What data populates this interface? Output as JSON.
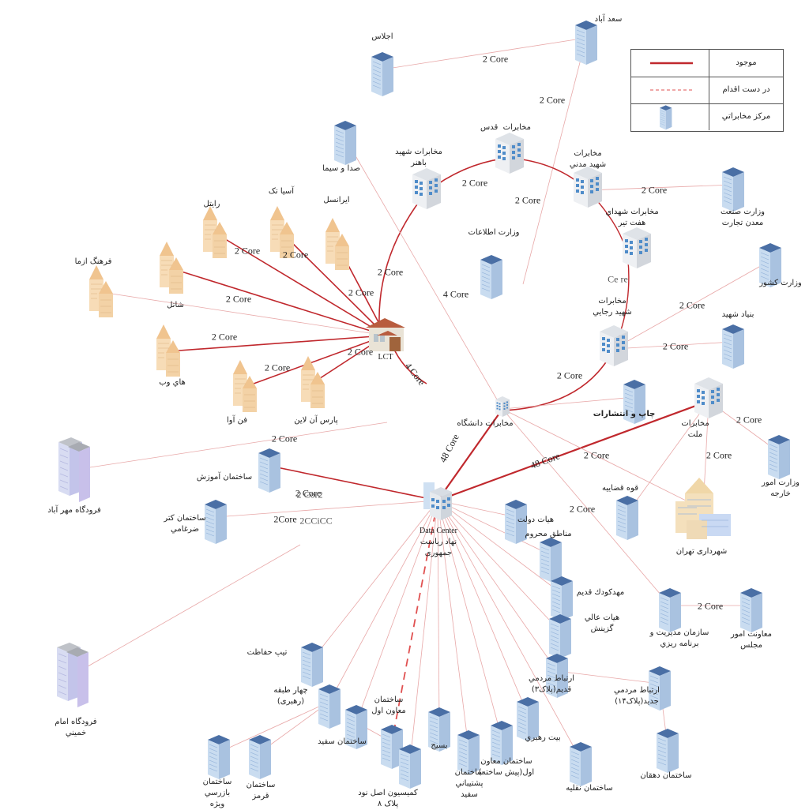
{
  "legend": {
    "items": [
      {
        "label": "موجود",
        "symbol": "solid-red-line",
        "color": "#c0282d"
      },
      {
        "label": "در دست اقدام",
        "symbol": "dashed-red-line",
        "color": "#e05050"
      },
      {
        "label": "مرکز مخابراتي",
        "symbol": "blue-building-icon"
      }
    ]
  },
  "colors": {
    "existing_link": "#c0282d",
    "thin_link": "#e8a8a8",
    "building_blue": "#4a6fa5",
    "building_face": "#cfe0f2",
    "building_beige": "#f2d2a8"
  },
  "nodes": [
    {
      "id": "ejlas",
      "label": "اجلاس",
      "type": "office"
    },
    {
      "id": "saadabad",
      "label": "سعد آباد",
      "type": "office"
    },
    {
      "id": "seda-sima",
      "label": "صدا و سيما",
      "type": "office"
    },
    {
      "id": "mokh-bahonar",
      "label": "مخابرات شهيد\nباهنر",
      "type": "exchange"
    },
    {
      "id": "mokh-ghods",
      "label": "مخابرات  قدس",
      "type": "exchange"
    },
    {
      "id": "mokh-madani",
      "label": "مخابرات\nشهيد مدني",
      "type": "exchange"
    },
    {
      "id": "mokh-haftetir",
      "label": "مخابرات شهداي\nهفت تير",
      "type": "exchange"
    },
    {
      "id": "vez-sanat",
      "label": "وزارت صنعت\nمعدن تجارت",
      "type": "office"
    },
    {
      "id": "vez-keshvar",
      "label": "وزارت كشور",
      "type": "office"
    },
    {
      "id": "vez-etelaat",
      "label": "وزارت اطلاعات",
      "type": "office"
    },
    {
      "id": "mokh-rajaei",
      "label": "مخابرات\nشهيد رجايي",
      "type": "exchange"
    },
    {
      "id": "bonyad-shahid",
      "label": "بنياد شهيد",
      "type": "office"
    },
    {
      "id": "lct",
      "label": "LCT",
      "type": "house"
    },
    {
      "id": "asiatech",
      "label": "آسيا تک",
      "type": "isp"
    },
    {
      "id": "raitel",
      "label": "رايتل",
      "type": "isp"
    },
    {
      "id": "irancell",
      "label": "ايرانسل",
      "type": "isp"
    },
    {
      "id": "farhang-azma",
      "label": "فرهنگ ازما",
      "type": "isp"
    },
    {
      "id": "shatel",
      "label": "شاتل",
      "type": "isp"
    },
    {
      "id": "haye-web",
      "label": "هاي وب",
      "type": "isp"
    },
    {
      "id": "fanava",
      "label": "فن آوا",
      "type": "isp"
    },
    {
      "id": "pars-online",
      "label": "پارس آن لاين",
      "type": "isp"
    },
    {
      "id": "mokh-daneshgah",
      "label": "مخابرات دانشگاه",
      "type": "exchange-small"
    },
    {
      "id": "chap",
      "label": "چاپ و انتشارات",
      "type": "office",
      "bold": true
    },
    {
      "id": "mokh-mellat",
      "label": "مخابرات\nملت",
      "type": "exchange"
    },
    {
      "id": "vez-kharejeh",
      "label": "وزارت امور\nخارجه",
      "type": "office"
    },
    {
      "id": "ghove-ghazaie",
      "label": "قوه قضاييه",
      "type": "office"
    },
    {
      "id": "shahrdari",
      "label": "شهرداری تهران",
      "type": "complex"
    },
    {
      "id": "mehrabad",
      "label": "فرودگاه مهر آباد",
      "type": "airport"
    },
    {
      "id": "sakht-amoozesh",
      "label": "ساختمان آموزش",
      "type": "office"
    },
    {
      "id": "sakht-zarghami",
      "label": "ساختمان كتر\nضرغامي",
      "type": "office"
    },
    {
      "id": "datacenter",
      "label": "Data Center\nنهاد رياست\nجمهوری",
      "type": "datacenter"
    },
    {
      "id": "hayat-dolat",
      "label": "هيات دولت",
      "type": "office"
    },
    {
      "id": "manategh",
      "label": "مناطق محروم",
      "type": "office"
    },
    {
      "id": "mahdkoodak",
      "label": "مهدكودك قديم",
      "type": "office"
    },
    {
      "id": "hayat-ali",
      "label": "هيات عالي\nگزينش",
      "type": "office"
    },
    {
      "id": "sazman-modiriat",
      "label": "سازمان مديريت و\nبرنامه ريزي",
      "type": "office"
    },
    {
      "id": "moavenat-majles",
      "label": "معاونت امور\nمجلس",
      "type": "office"
    },
    {
      "id": "ertebat-ghadim",
      "label": "ارتباط مردمي\nقديم(پلاک۳)",
      "type": "office"
    },
    {
      "id": "ertebat-jadid",
      "label": "ارتباط مردمي\nجديد(پلاک۱۴)",
      "type": "office"
    },
    {
      "id": "sakht-dehghan",
      "label": "ساختمان دهقان",
      "type": "office"
    },
    {
      "id": "khomeini",
      "label": "فرودگاه امام\nخميني",
      "type": "airport"
    },
    {
      "id": "tip-hefazat",
      "label": "تيپ حفاظت",
      "type": "office"
    },
    {
      "id": "chahar-tabaghe",
      "label": "چهار طبقه\n(رهبری)",
      "type": "office"
    },
    {
      "id": "sakht-sefid",
      "label": "ساختمان سفيد",
      "type": "office"
    },
    {
      "id": "sakht-moaven",
      "label": "ساختمان\nمعاون اول",
      "type": "office"
    },
    {
      "id": "komision",
      "label": "كميسيون اصل نود\nپلاک ۸",
      "type": "office"
    },
    {
      "id": "basij",
      "label": "بسيج",
      "type": "office"
    },
    {
      "id": "poshtibani",
      "label": "ساختمان\nپشتيباني\nسفيد",
      "type": "office"
    },
    {
      "id": "moaven-pish",
      "label": "ساختمان معاون\nاول(پيش ساخته)",
      "type": "office"
    },
    {
      "id": "beit-rahbari",
      "label": "بيت رهبري",
      "type": "office"
    },
    {
      "id": "naghlie",
      "label": "ساختمان نقليه",
      "type": "office"
    },
    {
      "id": "bazresi",
      "label": "ساختمان\nبازرسي\nويژه",
      "type": "office"
    },
    {
      "id": "ghermez",
      "label": "ساختمان\nقرمز",
      "type": "office"
    }
  ],
  "links": [
    {
      "from": "ejlas",
      "to": "saadabad",
      "label": "2 Core",
      "style": "thin"
    },
    {
      "from": "saadabad",
      "to": "vez-etelaat-top",
      "label": "2 Core",
      "style": "thin"
    },
    {
      "from": "mokh-bahonar",
      "to": "mokh-ghods",
      "label": "2 Core",
      "style": "existing"
    },
    {
      "from": "mokh-ghods",
      "to": "mokh-madani",
      "label": "2 Core",
      "style": "existing"
    },
    {
      "from": "mokh-madani",
      "to": "vez-sanat",
      "label": "2 Core",
      "style": "thin"
    },
    {
      "from": "mokh-rajaei",
      "to": "vez-keshvar",
      "label": "2 Core",
      "style": "thin"
    },
    {
      "from": "mokh-rajaei",
      "to": "bonyad-shahid",
      "label": "2 Core",
      "style": "thin"
    },
    {
      "from": "mokh-rajaei",
      "to": "mokh-daneshgah",
      "label": "2 Core",
      "style": "existing"
    },
    {
      "from": "mokh-bahonar",
      "to": "lct",
      "label": "2 Core",
      "style": "existing"
    },
    {
      "from": "seda-sima",
      "to": "mokh-daneshgah",
      "label": "4 Core",
      "style": "thin"
    },
    {
      "from": "lct",
      "to": "lct-out",
      "label": "4 Core",
      "style": "existing"
    },
    {
      "from": "raitel",
      "to": "lct",
      "label": "2 Core",
      "style": "existing"
    },
    {
      "from": "asiatech",
      "to": "lct",
      "label": "2 Core",
      "style": "existing"
    },
    {
      "from": "irancell",
      "to": "lct",
      "label": "2 Core",
      "style": "existing"
    },
    {
      "from": "shatel",
      "to": "lct",
      "label": "2 Core",
      "style": "existing"
    },
    {
      "from": "farhang-azma",
      "to": "lct",
      "label": "",
      "style": "thin"
    },
    {
      "from": "haye-web",
      "to": "lct",
      "label": "2 Core",
      "style": "existing"
    },
    {
      "from": "fanava",
      "to": "lct",
      "label": "2 Core",
      "style": "existing"
    },
    {
      "from": "pars-online",
      "to": "lct",
      "label": "2 Core",
      "style": "existing"
    },
    {
      "from": "mehrabad",
      "to": "pars-online-area",
      "label": "2 Core",
      "style": "thin"
    },
    {
      "from": "sakht-amoozesh",
      "to": "datacenter",
      "label": "2 Core",
      "style": "existing"
    },
    {
      "from": "sakht-zarghami",
      "to": "datacenter",
      "label": "2Core",
      "style": "thin"
    },
    {
      "from": "datacenter",
      "to": "mokh-daneshgah",
      "label": "48 Core",
      "style": "existing"
    },
    {
      "from": "datacenter",
      "to": "mokh-mellat",
      "label": "48 Core",
      "style": "existing"
    },
    {
      "from": "mokh-daneshgah",
      "to": "shahrdari",
      "label": "2 Core",
      "style": "thin"
    },
    {
      "from": "mokh-daneshgah",
      "to": "sazman-modiriat",
      "label": "2 Core",
      "style": "thin"
    },
    {
      "from": "mokh-mellat",
      "to": "vez-kharejeh",
      "label": "2 Core",
      "style": "thin"
    },
    {
      "from": "mokh-mellat",
      "to": "shahrdari",
      "label": "2 Core",
      "style": "thin"
    },
    {
      "from": "mokh-mellat",
      "to": "ghove-ghazaie",
      "label": "",
      "style": "thin"
    },
    {
      "from": "mokh-daneshgah",
      "to": "chap",
      "label": "",
      "style": "thin"
    },
    {
      "from": "sazman-modiriat",
      "to": "moavenat-majles",
      "label": "2 Core",
      "style": "thin"
    },
    {
      "from": "ertebat-ghadim",
      "to": "ertebat-jadid",
      "label": "",
      "style": "thin"
    },
    {
      "from": "ertebat-jadid",
      "to": "sakht-dehghan",
      "label": "",
      "style": "thin"
    },
    {
      "from": "datacenter",
      "to": "sakht-moaven",
      "label": "",
      "style": "planned"
    },
    {
      "from": "khomeini",
      "to": "datacenter-area",
      "label": "",
      "style": "thin"
    },
    {
      "from": "chahar-tabaghe",
      "to": "bazresi",
      "label": "",
      "style": "thin"
    },
    {
      "from": "chahar-tabaghe",
      "to": "ghermez",
      "label": "",
      "style": "thin"
    },
    {
      "from": "sakht-sefid",
      "to": "sakht-moaven",
      "label": "",
      "style": "thin"
    }
  ],
  "datacenter_fanout": [
    "hayat-dolat",
    "manategh",
    "mahdkoodak",
    "hayat-ali",
    "ertebat-ghadim",
    "naghlie",
    "beit-rahbari",
    "moaven-pish",
    "poshtibani",
    "basij",
    "komision",
    "sakht-sefid",
    "chahar-tabaghe",
    "tip-hefazat"
  ],
  "garbled_labels": [
    {
      "text": "Ce re",
      "near": "mokh-haftetir"
    },
    {
      "text": "2 Cor2",
      "near": "sakht-amoozesh"
    },
    {
      "text": "2CCiCC",
      "near": "sakht-zarghami"
    },
    {
      "text": "48 Core",
      "near": "datacenter-daneshgah",
      "rotated": true
    },
    {
      "text": "4 Core",
      "near": "lct",
      "rotated": true
    }
  ]
}
